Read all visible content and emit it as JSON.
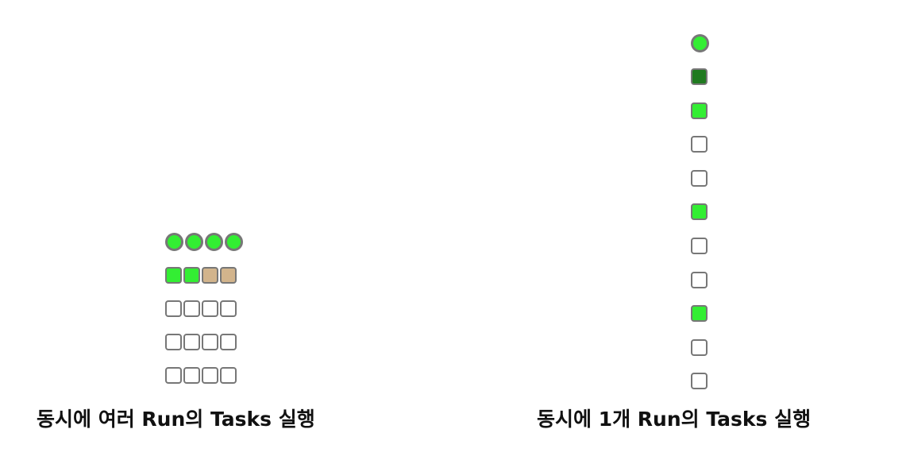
{
  "colors": {
    "running": "#33ee33",
    "success": "#1f7a1f",
    "queued": "#d2b48c",
    "empty": "#ffffff",
    "border": "#777777"
  },
  "left_panel": {
    "caption": "동시에 여러 Run의 Tasks 실행",
    "runs_row": [
      "running",
      "running",
      "running",
      "running"
    ],
    "task_rows": [
      [
        "running",
        "running",
        "queued",
        "queued"
      ],
      [
        "empty",
        "empty",
        "empty",
        "empty"
      ],
      [
        "empty",
        "empty",
        "empty",
        "empty"
      ],
      [
        "empty",
        "empty",
        "empty",
        "empty"
      ]
    ]
  },
  "right_panel": {
    "caption": "동시에 1개 Run의 Tasks 실행",
    "runs_row": [
      "running"
    ],
    "task_rows": [
      [
        "success"
      ],
      [
        "running"
      ],
      [
        "empty"
      ],
      [
        "empty"
      ],
      [
        "running"
      ],
      [
        "empty"
      ],
      [
        "empty"
      ],
      [
        "running"
      ],
      [
        "empty"
      ],
      [
        "empty"
      ]
    ]
  }
}
